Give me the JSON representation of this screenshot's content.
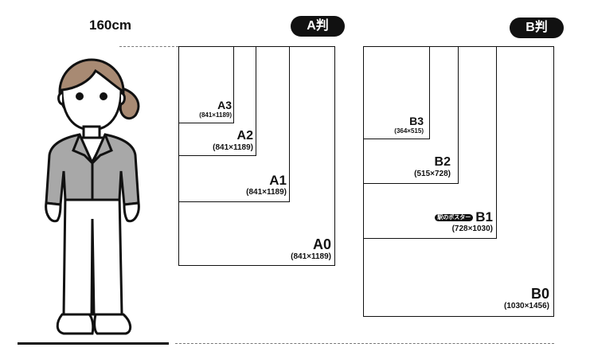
{
  "person": {
    "height_label": "160cm"
  },
  "a_series": {
    "title": "A判",
    "sizes": [
      {
        "name": "A3",
        "dim": "(841×1189)"
      },
      {
        "name": "A2",
        "dim": "(841×1189)"
      },
      {
        "name": "A1",
        "dim": "(841×1189)"
      },
      {
        "name": "A0",
        "dim": "(841×1189)"
      }
    ]
  },
  "b_series": {
    "title": "B判",
    "sizes": [
      {
        "name": "B3",
        "dim": "(364×515)"
      },
      {
        "name": "B2",
        "dim": "(515×728)"
      },
      {
        "name": "B1",
        "dim": "(728×1030)",
        "badge": "駅のポスター"
      },
      {
        "name": "B0",
        "dim": "(1030×1456)"
      }
    ]
  },
  "colors": {
    "ink": "#111111",
    "jacket": "#a8a8a8",
    "hair": "#a88a73",
    "dash": "#777777"
  }
}
